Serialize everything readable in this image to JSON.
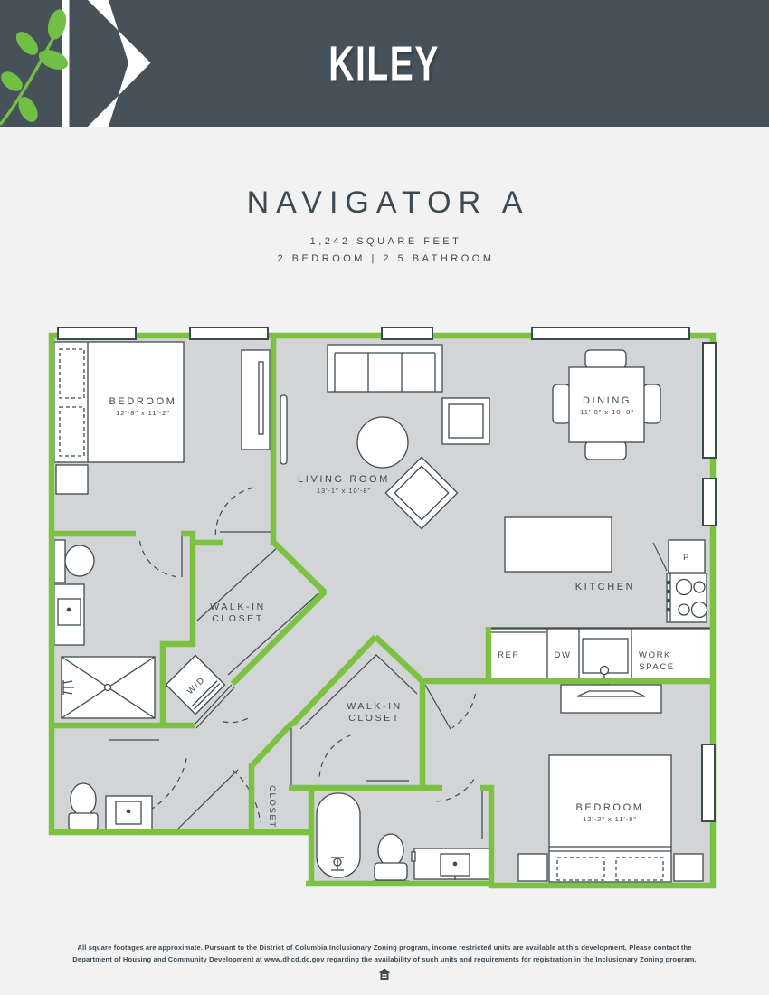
{
  "brand": {
    "name": "KILEY"
  },
  "plan": {
    "title": "NAVIGATOR A",
    "area": "1,242 SQUARE FEET",
    "beds_baths": "2 BEDROOM | 2.5 BATHROOM"
  },
  "rooms": {
    "bedroom1": {
      "label": "BEDROOM",
      "dims": "12'-8\" x 11'-2\""
    },
    "living": {
      "label": "LIVING ROOM",
      "dims": "13'-1\" x 10'-8\""
    },
    "dining": {
      "label": "DINING",
      "dims": "11'-8\" x 10'-8\""
    },
    "kitchen": {
      "label": "KITCHEN"
    },
    "walkin1": {
      "line1": "WALK-IN",
      "line2": "CLOSET"
    },
    "walkin2": {
      "line1": "WALK-IN",
      "line2": "CLOSET"
    },
    "closet": {
      "label": "CLOSET"
    },
    "bedroom2": {
      "label": "BEDROOM",
      "dims": "12'-2\" x 11'-8\""
    },
    "wd": {
      "label": "W/D"
    },
    "ref": {
      "label": "REF"
    },
    "dw": {
      "label": "DW"
    },
    "workspace": {
      "line1": "WORK",
      "line2": "SPACE"
    },
    "pantry": {
      "label": "P"
    }
  },
  "footer": {
    "line1": "All square footages are approximate. Pursuant to the District of Columbia Inclusionary Zoning program, income restricted units are available at this development. Please contact the",
    "line2": "Department of Housing and Community Development at www.dhcd.dc.gov regarding the availability of such units and requirements for registration in the Inclusionary Zoning program."
  },
  "colors": {
    "banner": "#47515A",
    "wall_green": "#7CC142",
    "leaf_green": "#71BF44",
    "floor_gray": "#D2D4D5",
    "ink": "#3E4A52",
    "page_bg": "#F1F2F1"
  }
}
